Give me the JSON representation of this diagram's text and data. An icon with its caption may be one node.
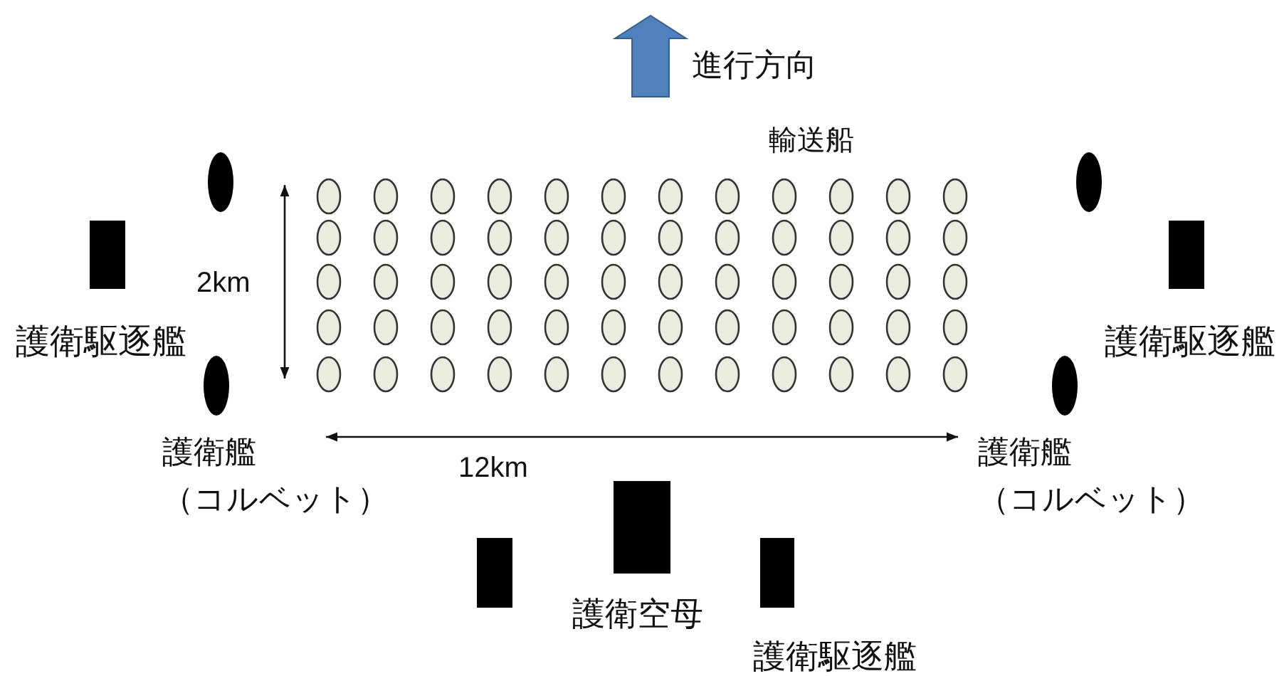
{
  "diagram": {
    "labels": [
      "進行方向",
      "輸送船",
      "2km",
      "護衛駆逐艦",
      "護衛駆逐艦",
      "護衛艦（コルベット）",
      "12km",
      "護衛艦（コルベット）",
      "護衛空母",
      "護衛駆逐艦"
    ]
  }
}
